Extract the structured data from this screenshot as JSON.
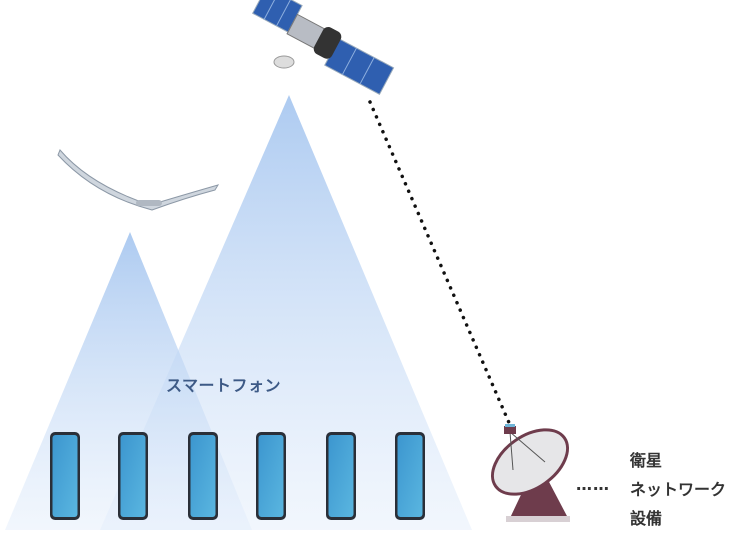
{
  "labels": {
    "smartphone": "スマートフォン",
    "ground_station": [
      "衛星",
      "ネットワーク",
      "設備"
    ],
    "connector": "……"
  },
  "icons": [
    "satellite-icon",
    "haps-aircraft-icon",
    "smartphone-icon",
    "parabolic-antenna-icon"
  ],
  "colors": {
    "beam": "#a9c8f0",
    "phone": "#3d9fd4",
    "panel": "#2f5fb0",
    "dish": "#6e3c4c",
    "text": "#333333",
    "accent_text": "#3d5a86"
  }
}
